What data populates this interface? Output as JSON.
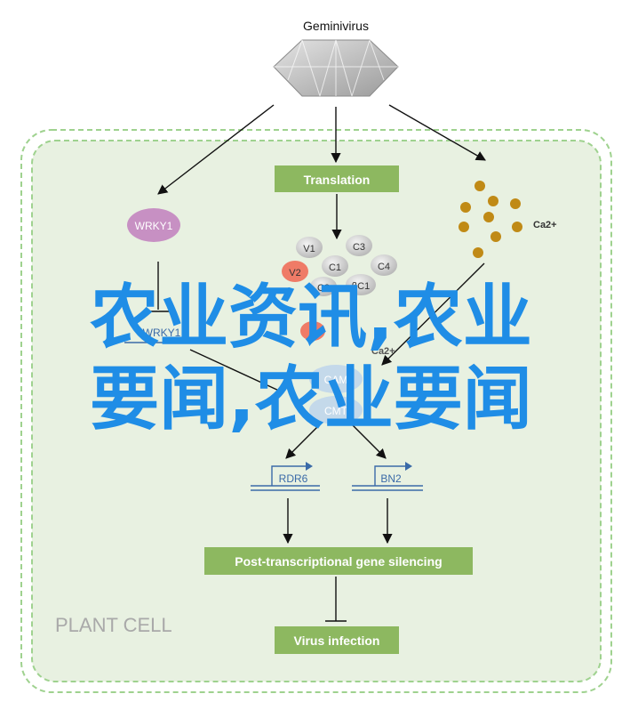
{
  "diagram": {
    "virus_label": "Geminivirus",
    "translation_label": "Translation",
    "wrky_label": "WRKY1",
    "ca_label": "Ca2+",
    "proteins": [
      "V1",
      "C3",
      "V2",
      "C1",
      "C4",
      "C2",
      "βC1"
    ],
    "wrky_gene": "WRKY1",
    "ca_small": "Ca2+",
    "cam_label": "CAM",
    "cmt_label": "CMT",
    "rdr6_label": "RDR6",
    "bn2_label": "BN2",
    "ptgs_label": "Post-transcriptional gene silencing",
    "virus_infection_label": "Virus infection",
    "cell_label": "PLANT CELL"
  },
  "overlay": {
    "line1": "农业资讯,农业",
    "line2": "要闻,农业要闻"
  },
  "colors": {
    "cell_fill": "#e8f1e1",
    "cell_border": "#9fd28f",
    "green_box": "#8db860",
    "wrky_fill": "#c790c3",
    "v2_fill": "#ef7b67",
    "ca_dot": "#c08a16",
    "overlay_text": "#1f8de6",
    "gene_blue": "#3a6aa8"
  }
}
